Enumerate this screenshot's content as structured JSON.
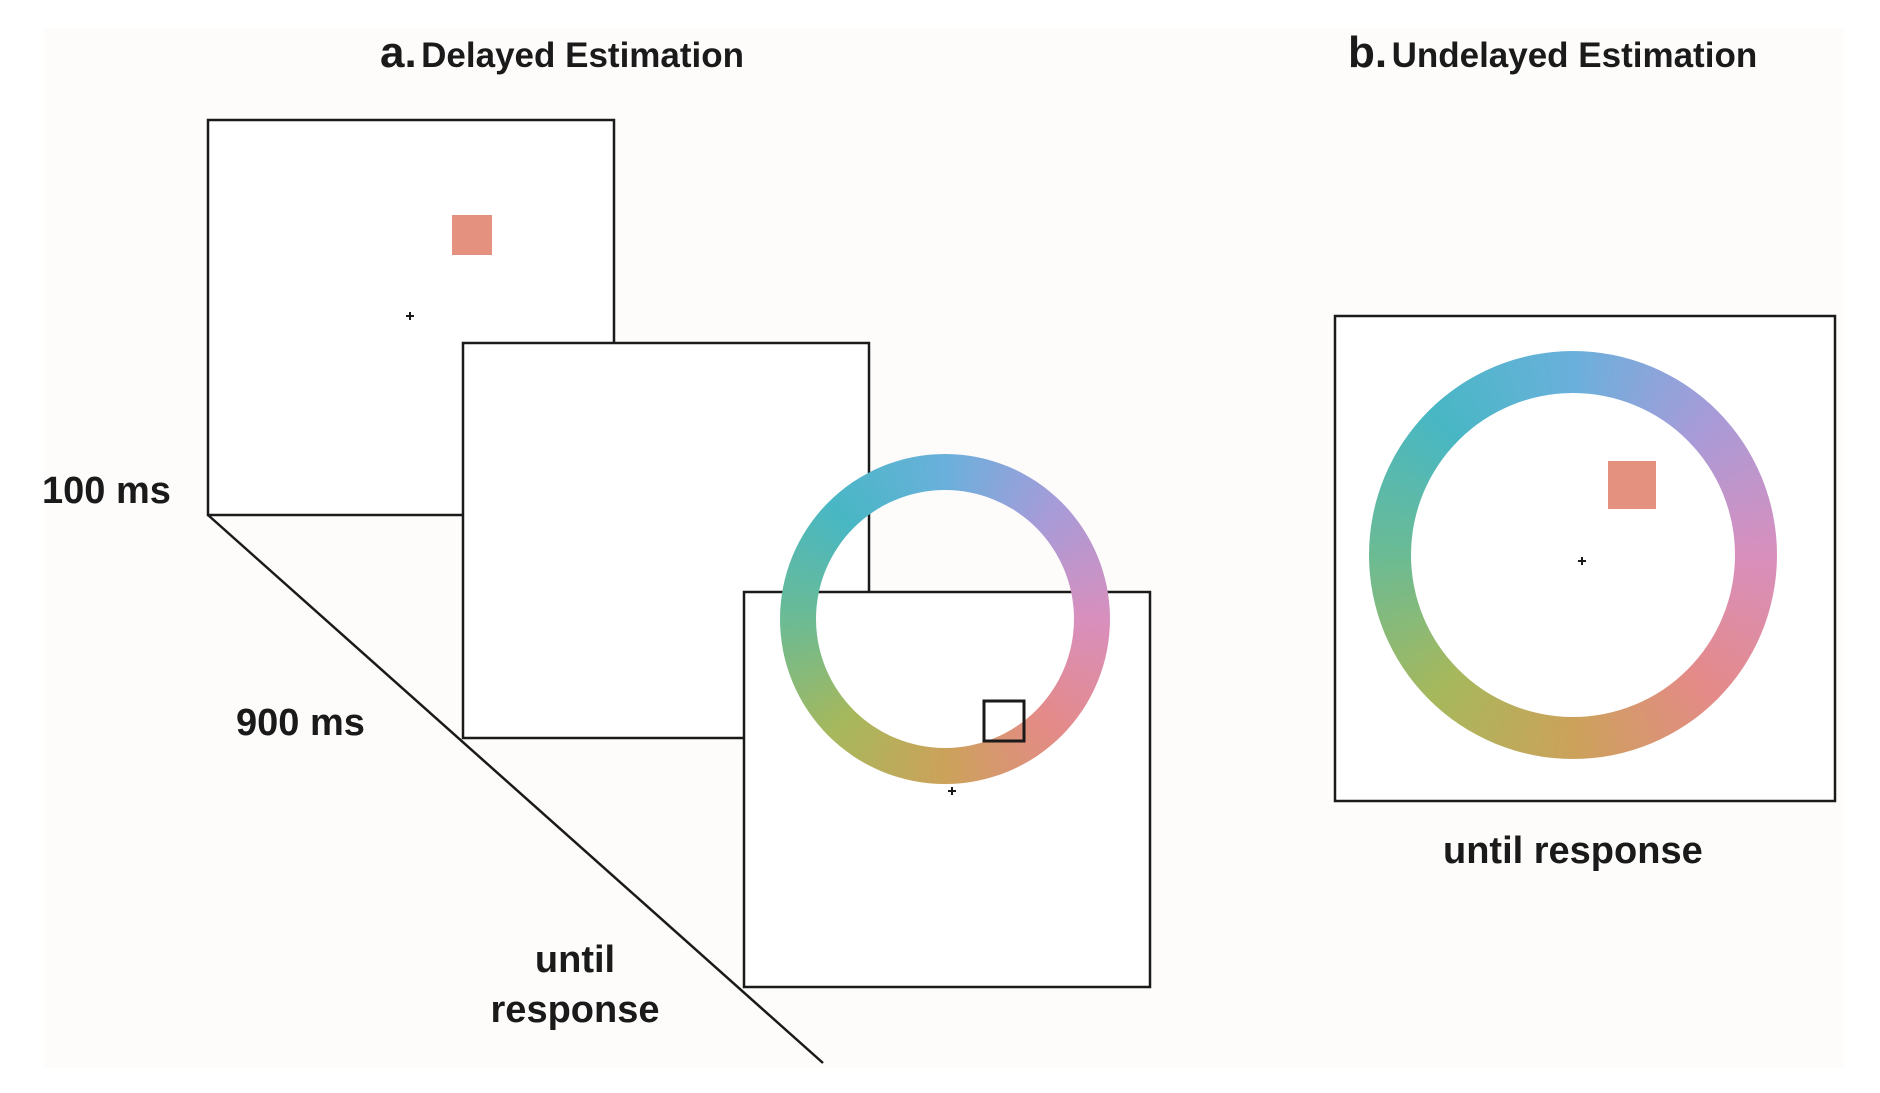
{
  "panel_a": {
    "letter": "a.",
    "title": "Delayed Estimation",
    "timings": {
      "first": "100 ms",
      "second": "900 ms",
      "third_line1": "until",
      "third_line2": "response"
    }
  },
  "panel_b": {
    "letter": "b.",
    "title": "Undelayed Estimation",
    "timing": "until response"
  },
  "colors": {
    "stimulus_square": "#e4927f",
    "frame_stroke": "#1a1a1a",
    "ring_wheel": [
      "#6ab0dc",
      "#a79bd8",
      "#d88fbd",
      "#e48a88",
      "#cca25a",
      "#a6b85c",
      "#6bbb94",
      "#48b7c4"
    ]
  }
}
